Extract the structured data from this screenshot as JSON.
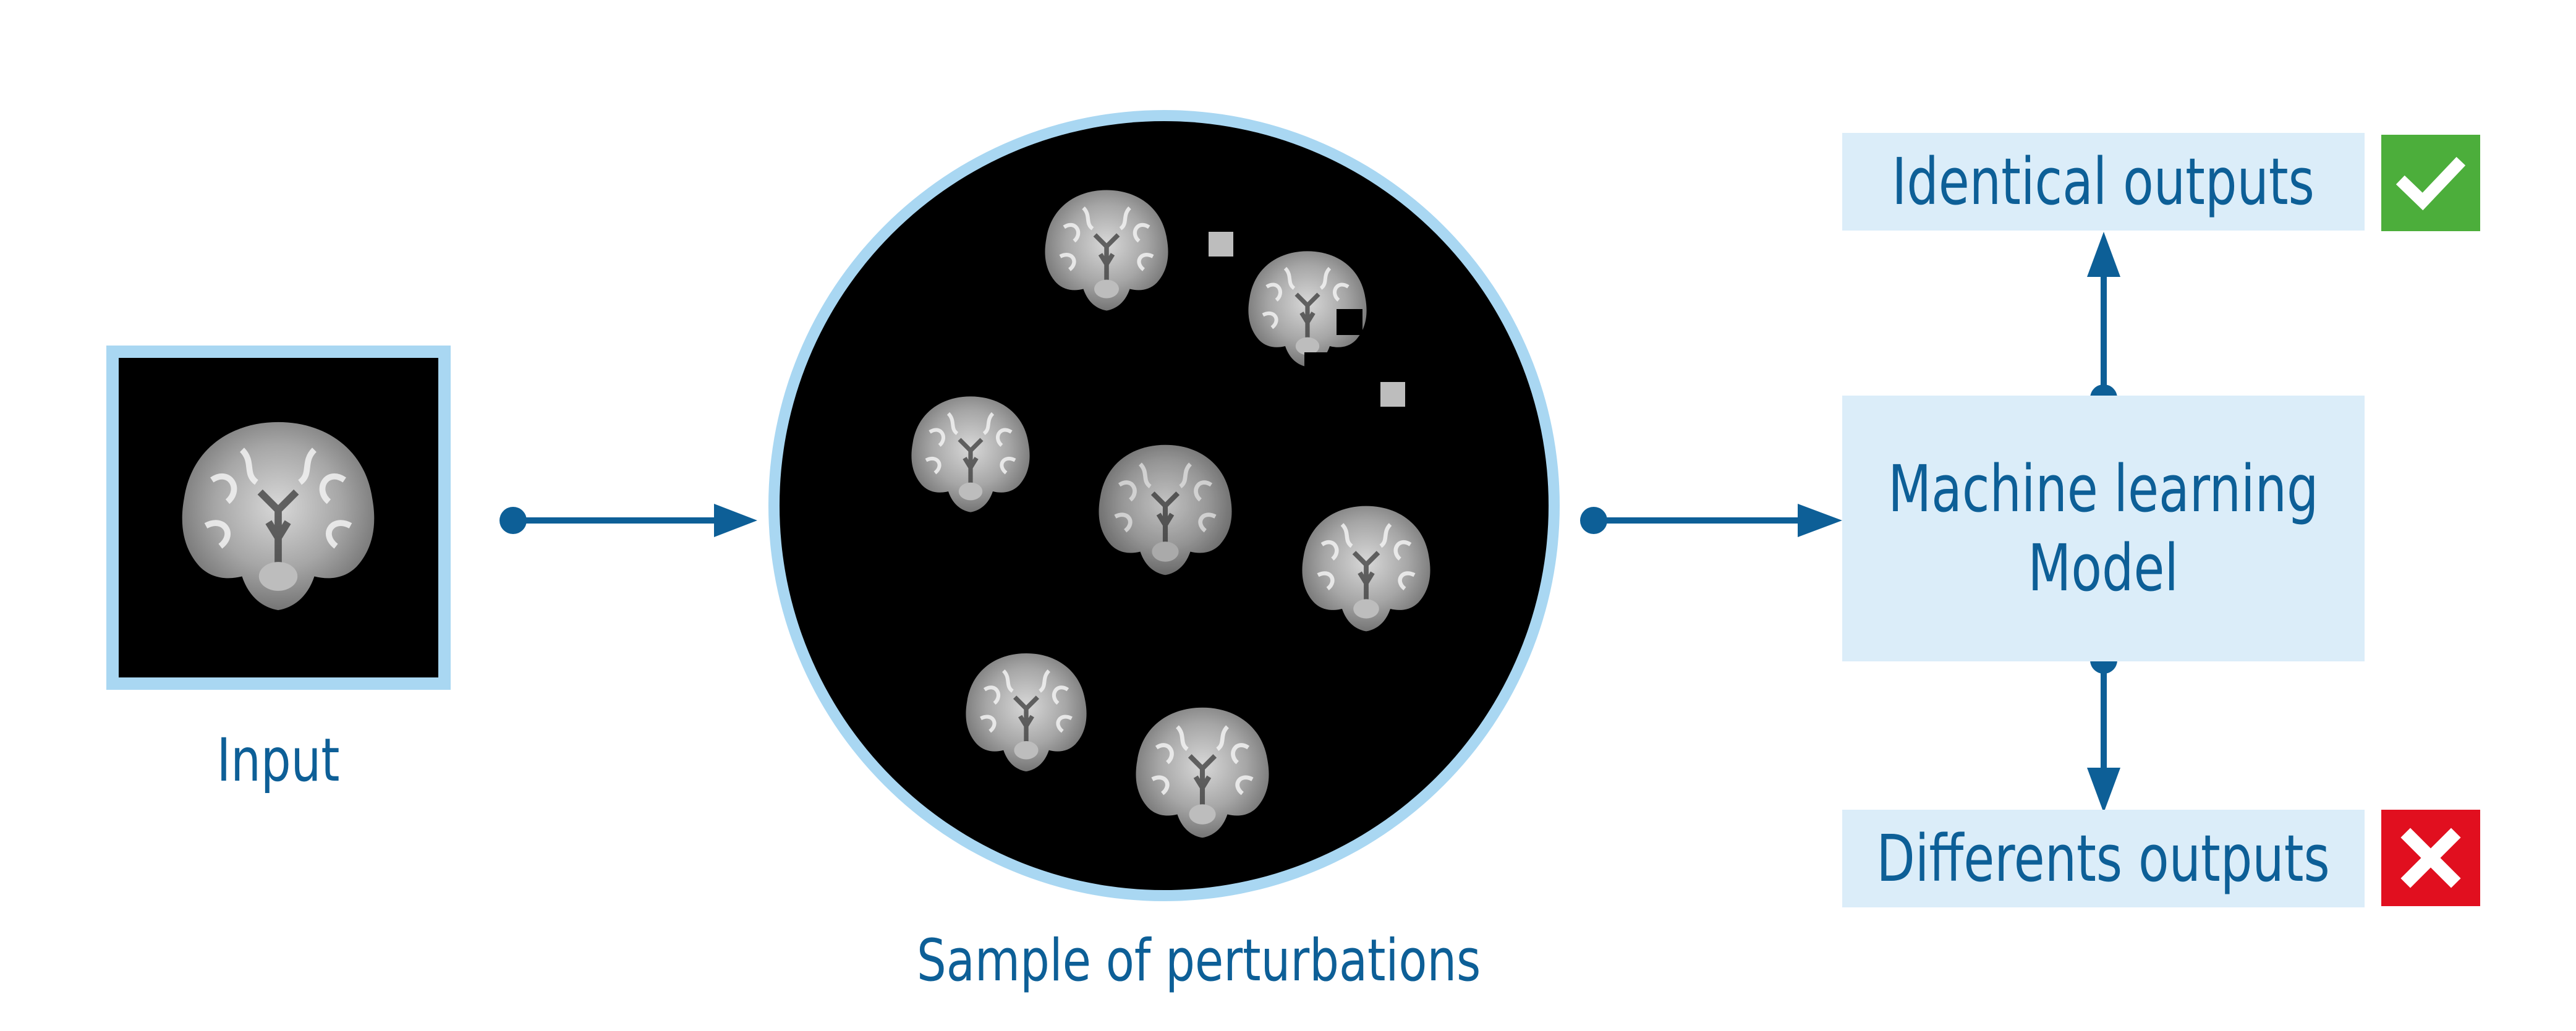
{
  "labels": {
    "input": "Input",
    "perturbations": "Sample of perturbations"
  },
  "boxes": {
    "model": [
      "Machine learning",
      "Model"
    ],
    "identical": "Identical outputs",
    "different": "Differents outputs"
  },
  "icons": {
    "identical_status": "checkmark-icon",
    "different_status": "cross-icon"
  },
  "colors": {
    "brand_blue": "#0d5f97",
    "box_fill": "#dbedf9",
    "frame_light_blue": "#a9d7f2",
    "success_green": "#4cae3b",
    "error_red": "#e10f1f"
  }
}
